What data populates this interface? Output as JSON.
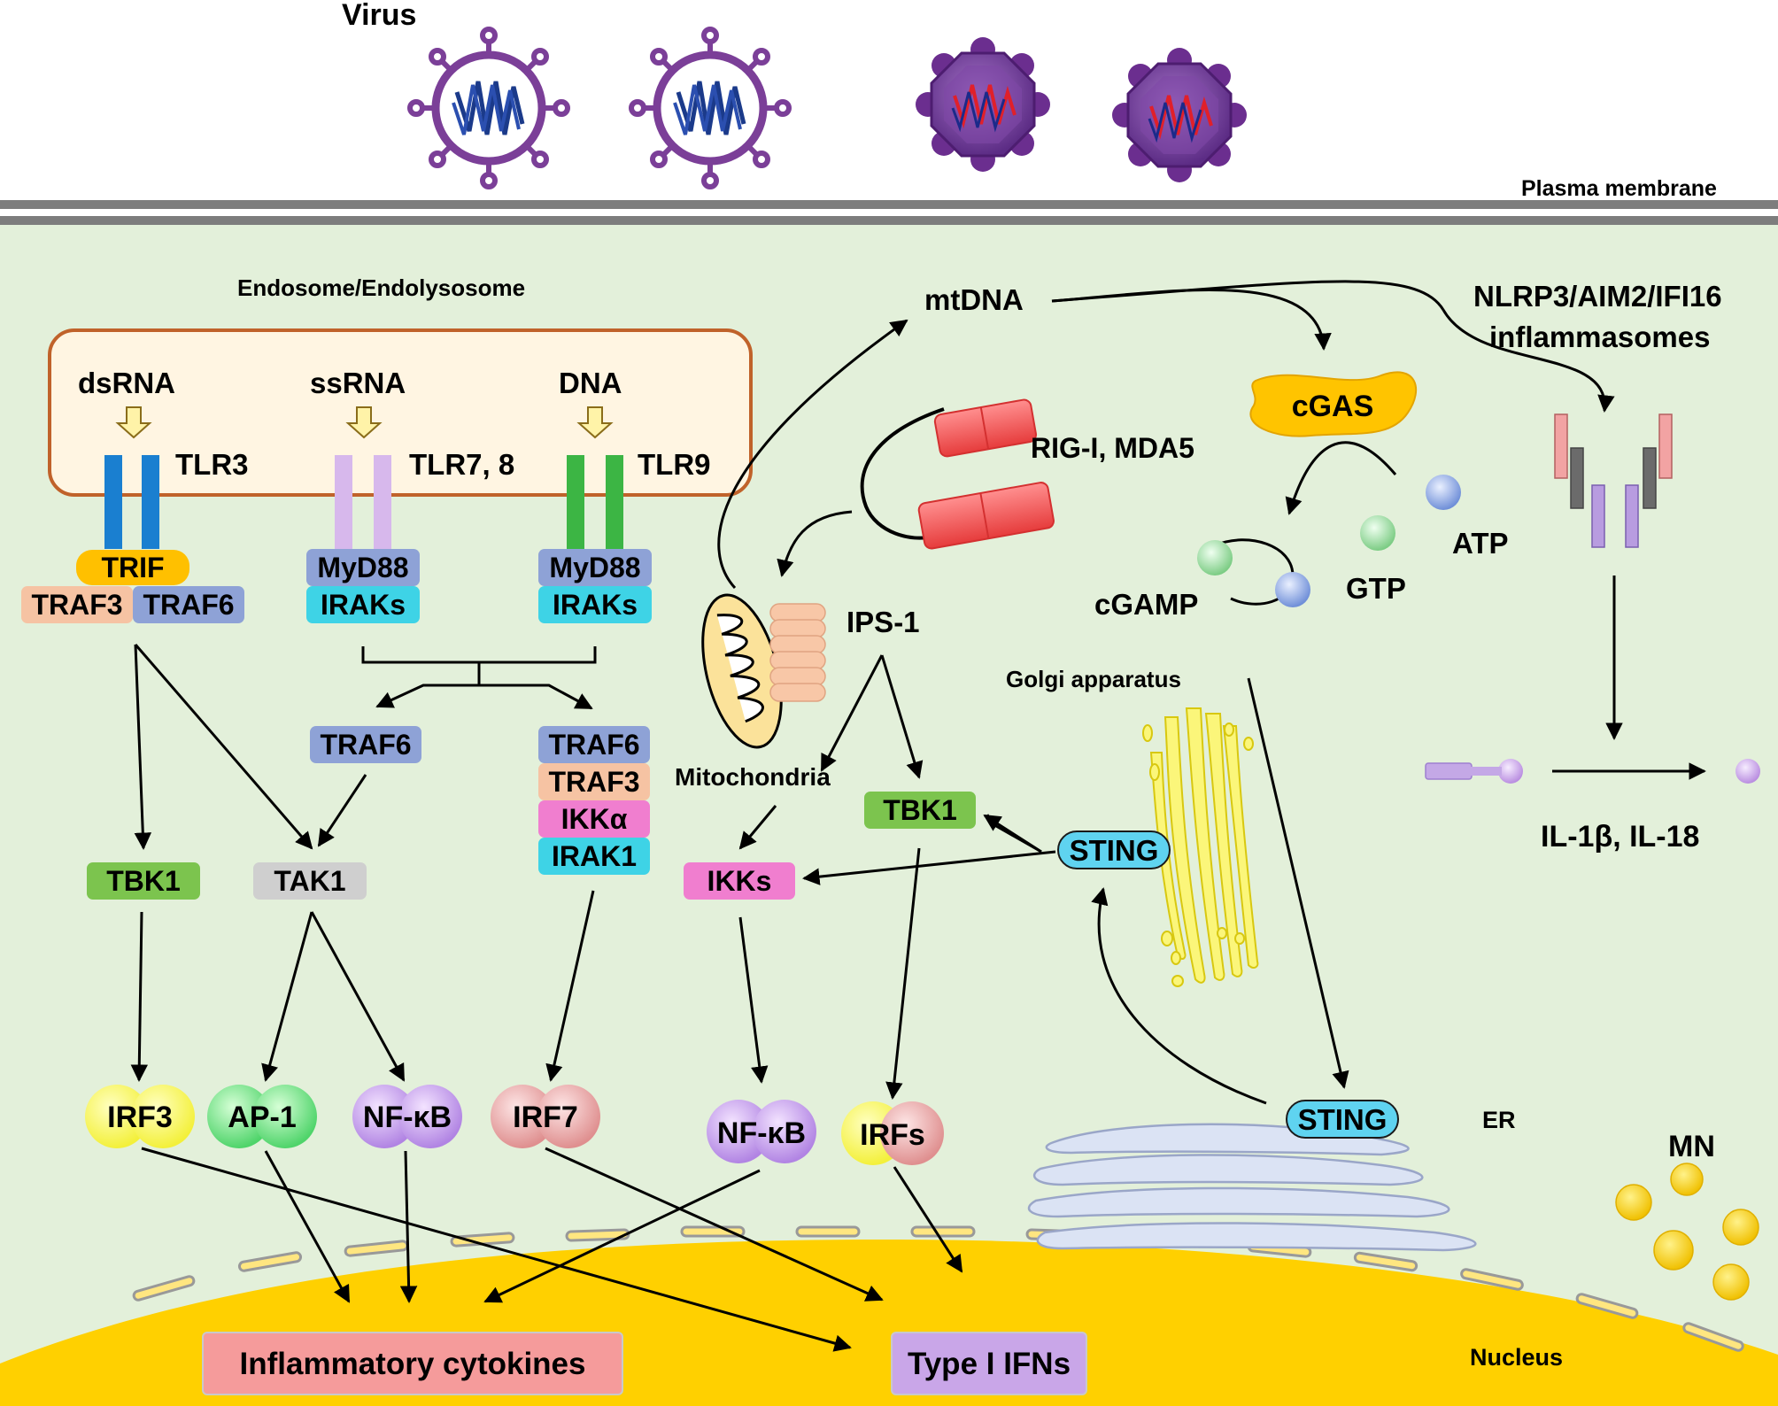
{
  "labels": {
    "virus": "Virus",
    "plasma_membrane": "Plasma membrane",
    "endosome": "Endosome/Endolysosome",
    "dsrna": "dsRNA",
    "ssrna": "ssRNA",
    "dna": "DNA",
    "tlr3": "TLR3",
    "tlr78": "TLR7, 8",
    "tlr9": "TLR9",
    "trif": "TRIF",
    "traf3": "TRAF3",
    "traf6": "TRAF6",
    "myd88": "MyD88",
    "iraks": "IRAKs",
    "ikk_alpha": "IKKα",
    "irak1": "IRAK1",
    "tbk1": "TBK1",
    "tak1": "TAK1",
    "irf3": "IRF3",
    "ap1": "AP-1",
    "nfkb": "NF-κB",
    "irf7": "IRF7",
    "mtdna": "mtDNA",
    "rig_mda5": "RIG-I, MDA5",
    "ips1": "IPS-1",
    "mitochondria": "Mitochondria",
    "ikks": "IKKs",
    "irfs": "IRFs",
    "cgas": "cGAS",
    "atp": "ATP",
    "gtp": "GTP",
    "cgamp": "cGAMP",
    "golgi": "Golgi apparatus",
    "sting": "STING",
    "er": "ER",
    "inflammasomes_line1": "NLRP3/AIM2/IFI16",
    "inflammasomes_line2": "inflammasomes",
    "il1b_il18": "IL-1β, IL-18",
    "mn": "MN",
    "nucleus": "Nucleus",
    "inflammatory_cytokines": "Inflammatory cytokines",
    "type1_ifns": "Type I IFNs"
  },
  "colors": {
    "cytoplasm": "#e3f0da",
    "nucleus": "#ffd000",
    "membrane": "#7d7d7d",
    "endosome_fill": "#fff5e2",
    "endosome_border": "#c0622a",
    "virus_purple": "#7b3f98",
    "tbk1": "#7cc44e",
    "tak1": "#cfcfcf",
    "traf6": "#8ea2d6",
    "traf3": "#f6c3a3",
    "trif": "#ffc000",
    "myd88": "#8ea2d6",
    "iraks": "#3ed3e6",
    "ikk": "#f07ecf",
    "sting": "#5fd3f0",
    "cgas": "#ffc400",
    "inflammatory_box": "#f59b9b",
    "ifn_box": "#c9a6e8"
  }
}
